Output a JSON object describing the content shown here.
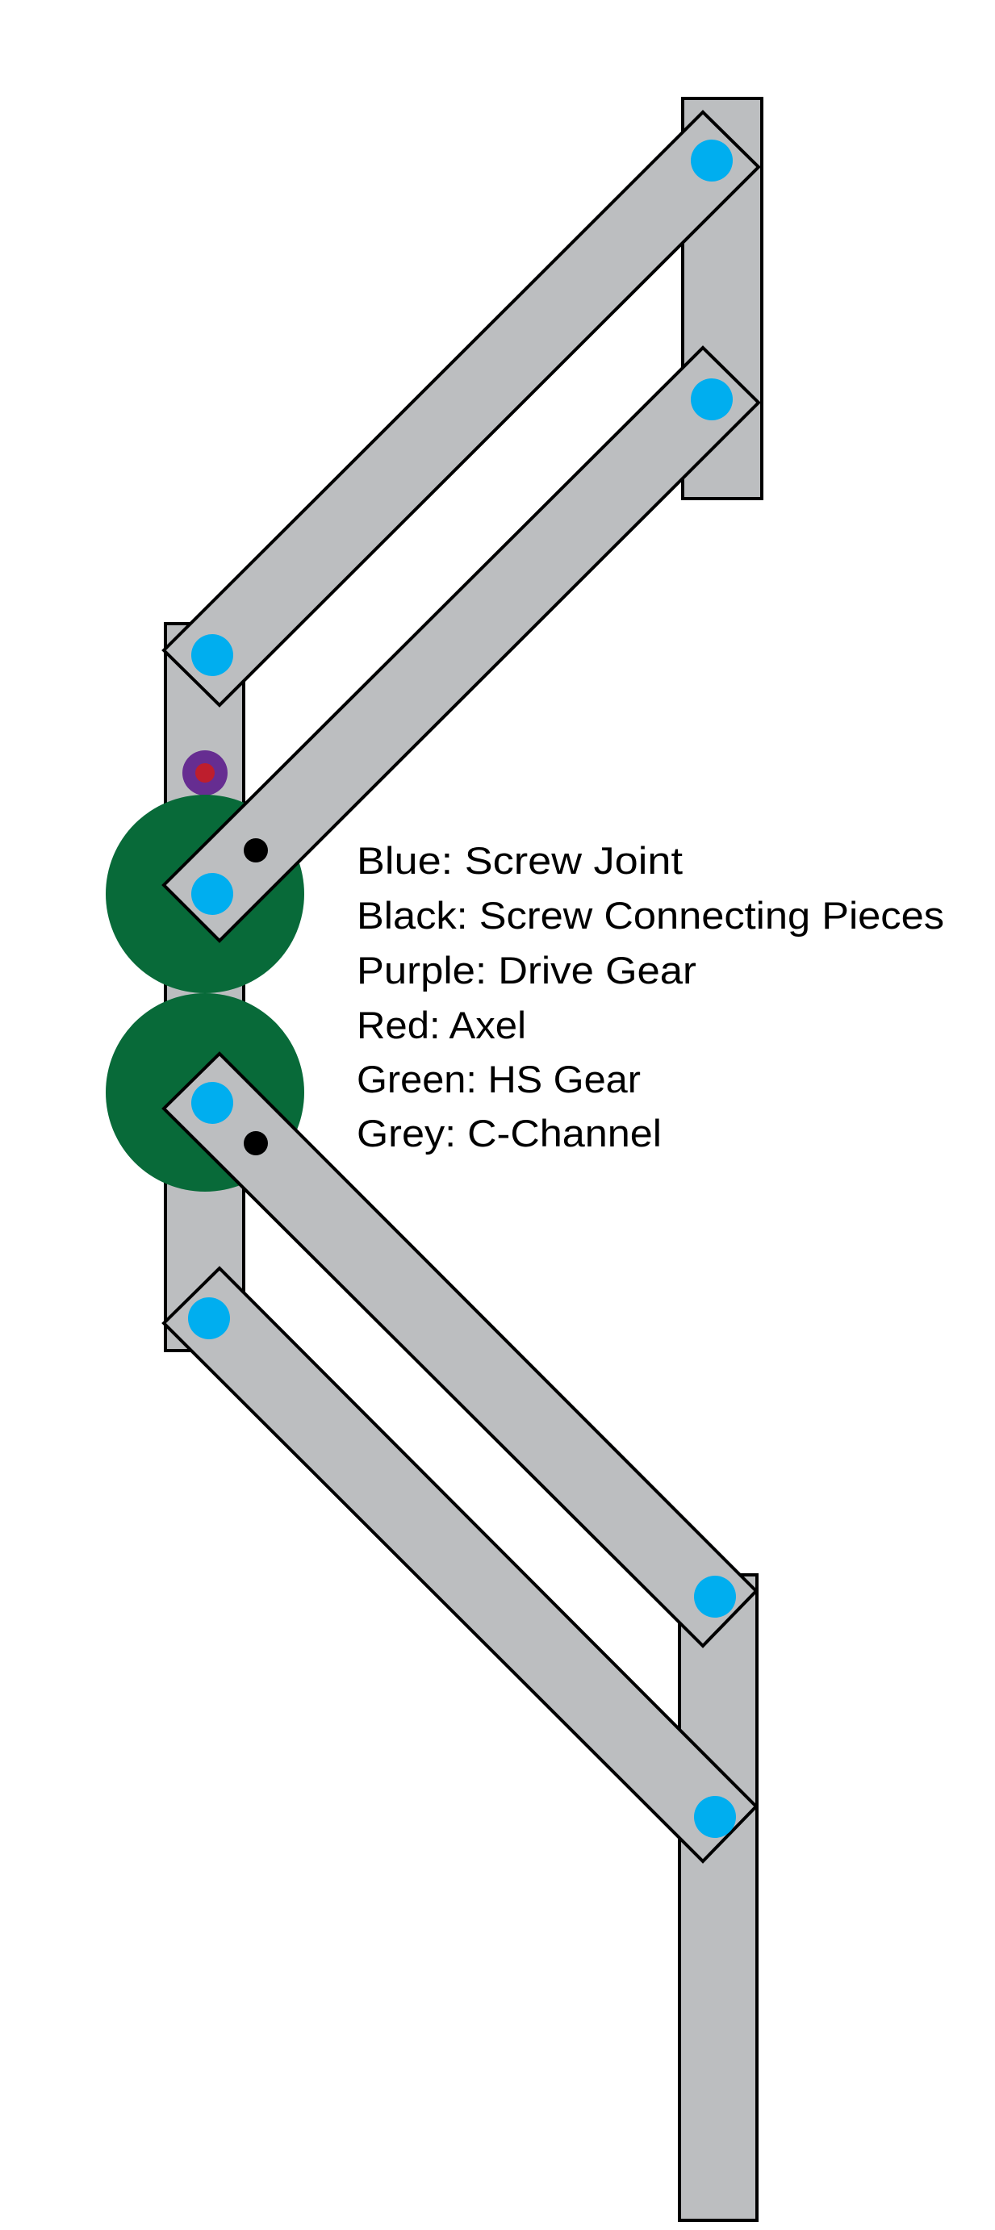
{
  "diagram": {
    "title": "Scissor lift linkage diagram",
    "colors": {
      "screw_joint": "#00AEEF",
      "connecting_screw": "#000000",
      "drive_gear": "#662D91",
      "axel": "#BE1E2D",
      "hs_gear": "#086A39",
      "c_channel": "#BCBEC0",
      "outline": "#000000"
    },
    "legend": [
      {
        "color_name": "Blue",
        "meaning": "Screw Joint",
        "label": "Blue: Screw Joint"
      },
      {
        "color_name": "Black",
        "meaning": "Screw Connecting Pieces",
        "label": "Black: Screw Connecting Pieces"
      },
      {
        "color_name": "Purple",
        "meaning": "Drive Gear",
        "label": "Purple: Drive Gear"
      },
      {
        "color_name": "Red",
        "meaning": "Axel",
        "label": "Red: Axel"
      },
      {
        "color_name": "Green",
        "meaning": "HS Gear",
        "label": "Green: HS Gear"
      },
      {
        "color_name": "Grey",
        "meaning": "C-Channel",
        "label": "Grey: C-Channel"
      }
    ],
    "components": {
      "c_channels": [
        "top-right-channel",
        "left-center-channel",
        "bottom-right-channel"
      ],
      "arms": [
        "upper-arm-1",
        "upper-arm-2",
        "lower-arm-1",
        "lower-arm-2"
      ],
      "screw_joint_count": 8,
      "connecting_screw_count": 2,
      "hs_gear_count": 2,
      "drive_gear_count": 1
    }
  }
}
